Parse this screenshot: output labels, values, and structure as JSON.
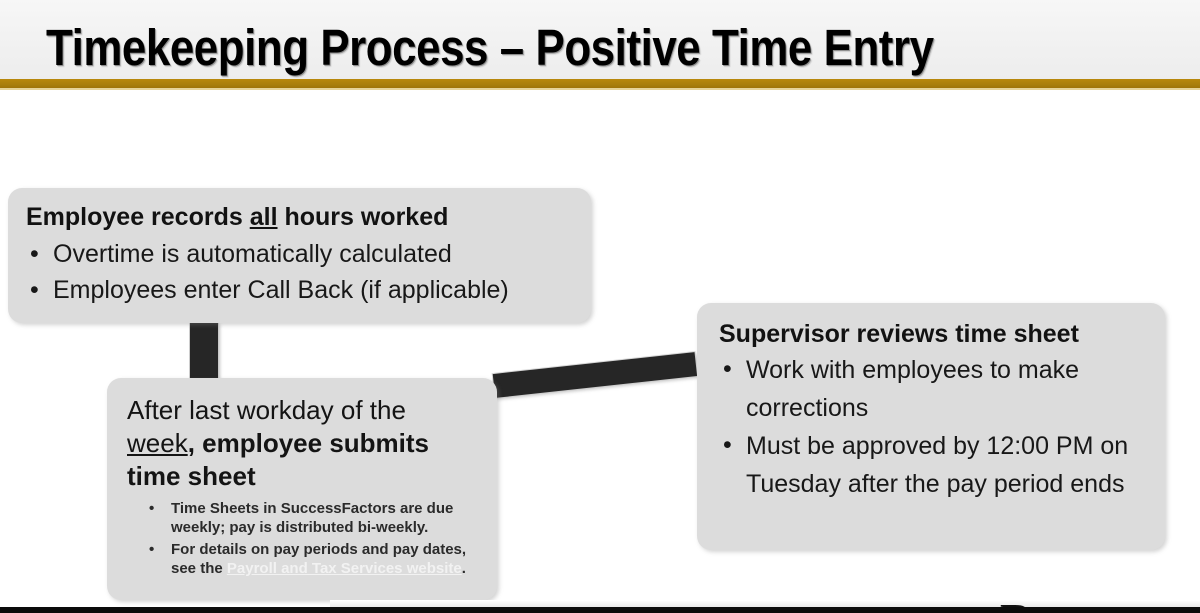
{
  "slide": {
    "title": "Timekeeping Process – Positive Time Entry",
    "accent_gold": "#B8880C",
    "card_background": "#DCDCDC",
    "connector_color": "#262626",
    "background": "#FFFFFF"
  },
  "cards": {
    "employee": {
      "heading_before": "Employee records ",
      "heading_underlined": "all",
      "heading_after": " hours worked",
      "bullets": [
        "Overtime is automatically calculated",
        "Employees enter Call Back (if applicable)"
      ]
    },
    "submit": {
      "heading_regular": "After last workday of the ",
      "heading_underlined": "week",
      "heading_comma": ", ",
      "heading_bold": "employee submits time sheet",
      "sub_bullets": [
        {
          "text_before": "Time Sheets in SuccessFactors are due weekly; pay is distributed bi-weekly.",
          "link_text": "",
          "text_after": ""
        },
        {
          "text_before": "For details on pay periods and pay dates, see the ",
          "link_text": "Payroll and Tax Services website",
          "text_after": "."
        }
      ]
    },
    "supervisor": {
      "heading": "Supervisor reviews time sheet",
      "bullets": [
        "Work with employees to make corrections",
        "Must be approved by 12:00 PM on Tuesday after the pay period ends"
      ]
    }
  },
  "footer": {
    "logo_letter": "B"
  }
}
